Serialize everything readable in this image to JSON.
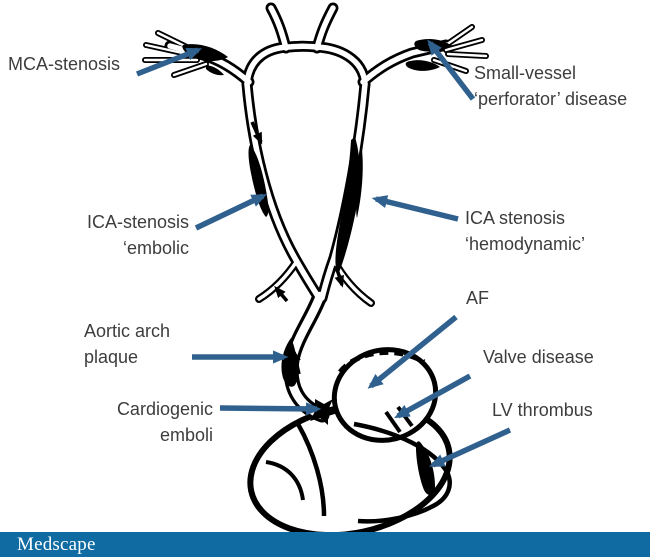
{
  "diagram": {
    "description": "Stroke mechanism diagram: cerebral arteries and heart line art with labeled arrows",
    "labels": {
      "mca_stenosis": "MCA-stenosis",
      "small_vessel": "Small-vessel\n‘perforator’ disease",
      "ica_embolic": "ICA-stenosis\n‘embolic",
      "ica_hemodynamic": "ICA stenosis\n‘hemodynamic’",
      "aortic_arch_plaque": "Aortic arch\nplaque",
      "af": "AF",
      "cardiogenic_emboli": "Cardiogenic\nemboli",
      "valve_disease": "Valve disease",
      "lv_thrombus": "LV thrombus"
    },
    "colors": {
      "pointer_arrow": "#2f608e",
      "label_text": "#3d3d3d",
      "line_art": "#000000",
      "background": "#ffffff"
    }
  },
  "footer": {
    "brand": "Medscape",
    "bar_color": "#0f6ba2",
    "text_color": "#ffffff"
  }
}
